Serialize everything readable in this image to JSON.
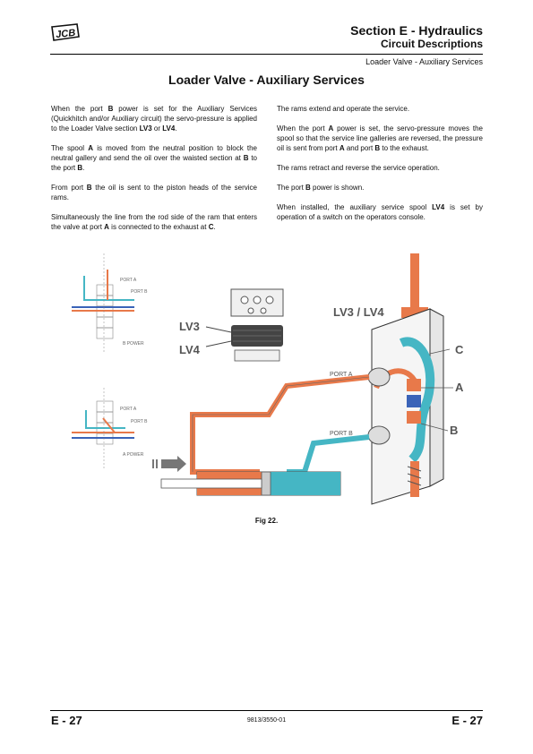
{
  "header": {
    "logo_text": "JCB",
    "section_title": "Section E - Hydraulics",
    "section_subtitle": "Circuit Descriptions",
    "breadcrumb": "Loader Valve - Auxiliary Services"
  },
  "page_title": "Loader Valve - Auxiliary Services",
  "left_column": [
    [
      "When the port ",
      {
        "b": "B"
      },
      " power is set for the Auxiliary Services (Quickhitch and/or Auxiliary circuit) the servo-pressure is applied to the Loader Valve section ",
      {
        "b": "LV3"
      },
      " or ",
      {
        "b": "LV4"
      },
      "."
    ],
    [
      "The spool ",
      {
        "b": "A"
      },
      " is moved from the neutral position to block the neutral gallery and send the oil over the waisted section at ",
      {
        "b": "B"
      },
      " to the port ",
      {
        "b": "B"
      },
      "."
    ],
    [
      "From port ",
      {
        "b": "B"
      },
      " the oil is sent to the piston heads of the service rams."
    ],
    [
      "Simultaneously the line from the rod side of the ram that enters the valve at port ",
      {
        "b": "A"
      },
      " is connected to the exhaust at ",
      {
        "b": "C"
      },
      "."
    ]
  ],
  "right_column": [
    [
      "The rams extend and operate the service."
    ],
    [
      "When the port ",
      {
        "b": "A"
      },
      " power is set, the servo-pressure moves the spool so that the service line galleries are reversed, the pressure oil is sent from port ",
      {
        "b": "A"
      },
      " and port ",
      {
        "b": "B"
      },
      " to the exhaust."
    ],
    [
      "The rams retract and reverse the service operation."
    ],
    [
      "The port ",
      {
        "b": "B"
      },
      " power is shown."
    ],
    [
      "When installed, the auxiliary service spool ",
      {
        "b": "LV4"
      },
      " is set by operation of a switch on the operators console."
    ]
  ],
  "figure": {
    "schematic_top": {
      "port_a": "PORT A",
      "port_b": "PORT B",
      "power": "B POWER"
    },
    "schematic_bottom": {
      "port_a": "PORT A",
      "port_b": "PORT B",
      "power": "A POWER"
    },
    "valve_labels": {
      "lv3": "LV3",
      "lv4": "LV4",
      "lv3_lv4": "LV3 / LV4"
    },
    "ports": {
      "port_a": "PORT A",
      "port_b": "PORT B"
    },
    "letters": {
      "c": "C",
      "a": "A",
      "b": "B"
    },
    "caption": "Fig 22."
  },
  "footer": {
    "page_left": "E - 27",
    "doc_number": "9813/3550-01",
    "page_right": "E - 27"
  },
  "colors": {
    "pressure": "#e8794a",
    "exhaust": "#45b6c4",
    "servo": "#3a63b8"
  }
}
